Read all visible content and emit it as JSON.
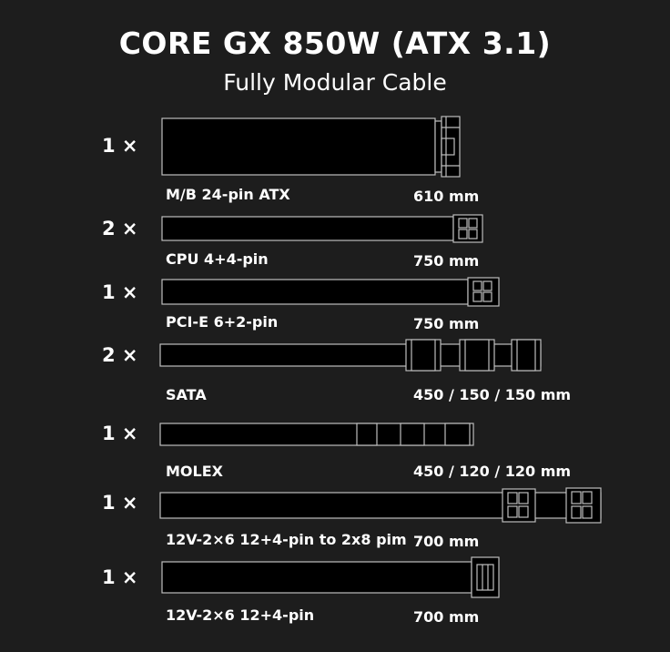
{
  "header": {
    "title": "CORE GX 850W (ATX 3.1)",
    "subtitle": "Fully Modular Cable"
  },
  "colors": {
    "background": "#1d1d1d",
    "text": "#ffffff",
    "cable_fill": "#000000",
    "cable_outline": "#bdbdbd"
  },
  "cables": [
    {
      "qty": "1 ×",
      "name": "M/B 24-pin ATX",
      "length": "610 mm",
      "icon": "atx-24pin-connector"
    },
    {
      "qty": "2 ×",
      "name": "CPU 4+4-pin",
      "length": "750 mm",
      "icon": "cpu-4plus4-connector"
    },
    {
      "qty": "1 ×",
      "name": "PCI-E 6+2-pin",
      "length": "750 mm",
      "icon": "pcie-6plus2-connector"
    },
    {
      "qty": "2 ×",
      "name": "SATA",
      "length": "450 / 150 / 150 mm",
      "icon": "sata-connector"
    },
    {
      "qty": "1 ×",
      "name": "MOLEX",
      "length": "450 / 120 / 120 mm",
      "icon": "molex-connector"
    },
    {
      "qty": "1 ×",
      "name": "12V-2×6 12+4-pin to 2x8 pim",
      "length": "700 mm",
      "icon": "12v-2x6-connector"
    },
    {
      "qty": "1 ×",
      "name": "12V-2×6 12+4-pin",
      "length": "700 mm",
      "icon": "12v-2x6-connector"
    }
  ]
}
